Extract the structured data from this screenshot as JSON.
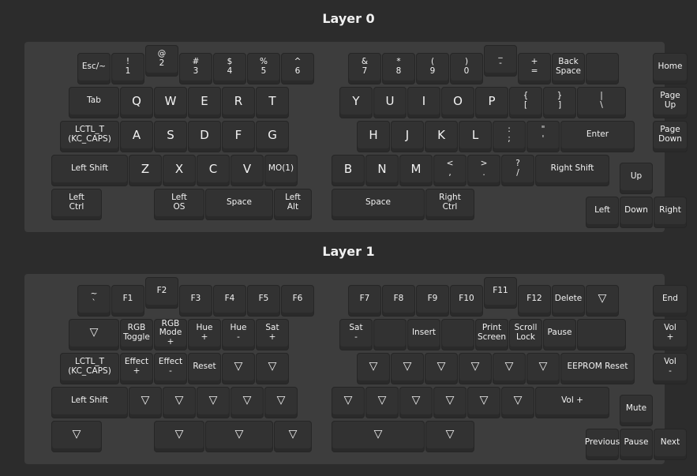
{
  "layers": [
    {
      "title": "Layer 0",
      "keys": [
        "Esc/~",
        "!\n1",
        "@\n2",
        "#\n3",
        "$\n4",
        "%\n5",
        "^\n6",
        "&\n7",
        "*\n8",
        "(\n9",
        ")\n0",
        "_\n-",
        "+\n=",
        "Back\nSpace",
        "",
        "Home",
        "Tab",
        "Q",
        "W",
        "E",
        "R",
        "T",
        "Y",
        "U",
        "I",
        "O",
        "P",
        "{\n[",
        "}\n]",
        "|\n\\",
        "Page\nUp",
        "LCTL_T\n(KC_CAPS)",
        "A",
        "S",
        "D",
        "F",
        "G",
        "H",
        "J",
        "K",
        "L",
        ":\n;",
        "\"\n'",
        "Enter",
        "Page\nDown",
        "Left Shift",
        "Z",
        "X",
        "C",
        "V",
        "MO(1)",
        "B",
        "N",
        "M",
        "<\n,",
        ">\n.",
        "?\n/",
        "Right Shift",
        "Up",
        "Left\nCtrl",
        "Left\nOS",
        "Space",
        "Left\nAlt",
        "Space",
        "Right\nCtrl",
        "Left",
        "Down",
        "Right"
      ]
    },
    {
      "title": "Layer 1",
      "keys": [
        "~\n`",
        "F1",
        "F2",
        "F3",
        "F4",
        "F5",
        "F6",
        "F7",
        "F8",
        "F9",
        "F10",
        "F11",
        "F12",
        "Delete",
        "▽",
        "End",
        "▽",
        "RGB\nToggle",
        "RGB\nMode\n+",
        "Hue\n+",
        "Hue\n-",
        "Sat\n+",
        "Sat\n-",
        "",
        "Insert",
        "",
        "Print\nScreen",
        "Scroll\nLock",
        "Pause",
        "",
        "Vol\n+",
        "LCTL_T\n(KC_CAPS)",
        "Effect\n+",
        "Effect\n-",
        "Reset",
        "▽",
        "▽",
        "▽",
        "▽",
        "▽",
        "▽",
        "▽",
        "▽",
        "EEPROM Reset",
        "Vol\n-",
        "Left Shift",
        "▽",
        "▽",
        "▽",
        "▽",
        "▽",
        "▽",
        "▽",
        "▽",
        "▽",
        "▽",
        "▽",
        "Vol +",
        "Mute",
        "▽",
        "▽",
        "▽",
        "▽",
        "▽",
        "▽",
        "Previous",
        "Pause",
        "Next"
      ]
    }
  ]
}
